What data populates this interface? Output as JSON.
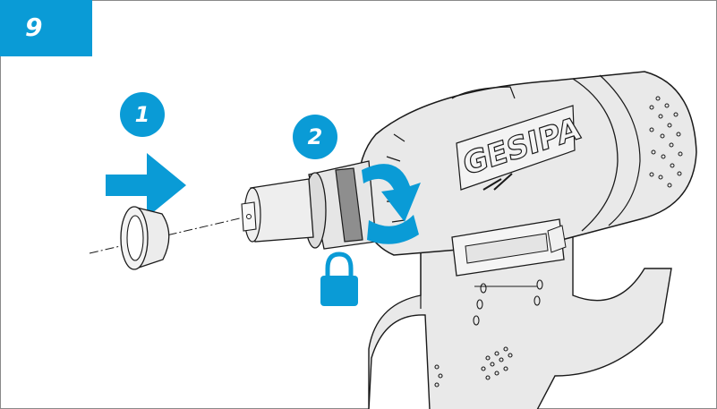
{
  "step": {
    "number": "9"
  },
  "callouts": [
    {
      "number": "1"
    },
    {
      "number": "2"
    }
  ],
  "tool": {
    "brand": "GESIPA"
  },
  "colors": {
    "accent": "#0a9bd6",
    "outline": "#1a1a1a",
    "body": "#e9e9e9",
    "frame": "#8a8a8a"
  },
  "icons": [
    "arrow-right-icon",
    "rotate-arrow-icon",
    "padlock-icon",
    "ring-icon"
  ]
}
